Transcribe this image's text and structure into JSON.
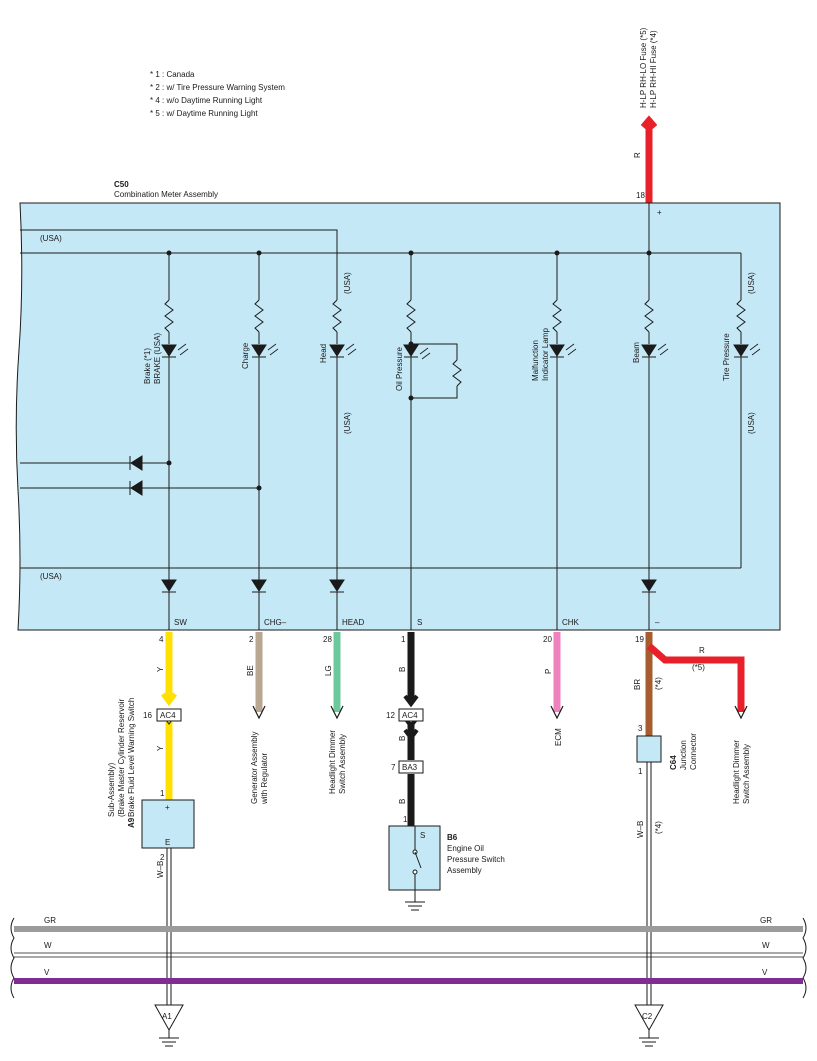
{
  "notes": [
    "* 1 : Canada",
    "* 2 : w/ Tire Pressure Warning System",
    "* 4 : w/o Daytime Running Light",
    "* 5 : w/ Daytime Running Light"
  ],
  "fuse": {
    "label1": "H-LP RH-LO Fuse (*5)",
    "label2": "H-LP RH-HI Fuse (*4)",
    "wire_color": "R",
    "pin": "18",
    "plus": "+"
  },
  "meter": {
    "code": "C50",
    "name": "Combination Meter Assembly",
    "usa_top": "(USA)",
    "usa_bottom": "(USA)",
    "usa_head_top": "(USA)",
    "usa_head_mid": "(USA)",
    "usa_tire_top": "(USA)",
    "usa_tire_mid": "(USA)",
    "lamps": {
      "brake1": "Brake (*1)",
      "brake2": "BRAKE (USA)",
      "charge": "Charge",
      "head": "Head",
      "oil": "Oil Pressure",
      "mil1": "Malfunction",
      "mil2": "Indicator Lamp",
      "beam": "Beam",
      "tire": "Tire Pressure"
    },
    "terminals": {
      "sw": "SW",
      "chg": "CHG–",
      "head": "HEAD",
      "s": "S",
      "chk": "CHK",
      "minus": "–"
    }
  },
  "pins": {
    "sw": "4",
    "chg": "2",
    "head": "28",
    "s": "1",
    "chk": "20",
    "minus": "19"
  },
  "wires": {
    "sw": "Y",
    "sw2": "Y",
    "chg": "BE",
    "head": "LG",
    "s": "B",
    "s2": "B",
    "s3": "B",
    "chk": "P",
    "minus": "BR",
    "minus_note": "(*4)",
    "red": "R",
    "red_note": "(*5)",
    "a9_ground": "W–B",
    "c64_ground": "W–B",
    "c64_ground_note": "(*4)"
  },
  "connectors": {
    "ac4_a": "AC4",
    "ac4_a_pin": "16",
    "ac4_b": "AC4",
    "ac4_b_pin": "12",
    "ba3": "BA3",
    "ba3_pin": "7"
  },
  "components": {
    "generator1": "Generator Assembly",
    "generator2": "with Regulator",
    "dimmer1": "Headlight Dimmer",
    "dimmer2": "Switch Assembly",
    "ecm": "ECM",
    "dimmer_b1": "Headlight Dimmer",
    "dimmer_b2": "Switch Assembly",
    "a9_code": "A9",
    "a9_name1": "Brake Fluid Level Warning Switch",
    "a9_name2": "(Brake Master Cylinder Reservoir",
    "a9_name3": "Sub-Assembly)",
    "a9_pin_top": "1",
    "a9_pin_bottom": "2",
    "a9_plus": "+",
    "a9_e": "E",
    "b6_code": "B6",
    "b6_name1": "Engine Oil",
    "b6_name2": "Pressure Switch",
    "b6_name3": "Assembly",
    "b6_pin": "1",
    "b6_s": "S",
    "c64_code": "C64",
    "c64_name1": "Junction",
    "c64_name2": "Connector",
    "c64_pin_top": "3",
    "c64_pin_bottom": "1"
  },
  "buses": {
    "gr_left": "GR",
    "gr_right": "GR",
    "w_left": "W",
    "w_right": "W",
    "v_left": "V",
    "v_right": "V"
  },
  "grounds": {
    "a1": "A1",
    "c2": "C2"
  },
  "colors": {
    "meter_fill": "#c5e8f7",
    "red": "#e8202a",
    "yellow": "#ffe000",
    "beige": "#b9a794",
    "lightgreen": "#6cc99b",
    "black": "#1a1a1a",
    "pink": "#ef82bd",
    "brown": "#a65c2e",
    "gray": "#9b9b9b",
    "violet": "#7e2e92"
  }
}
